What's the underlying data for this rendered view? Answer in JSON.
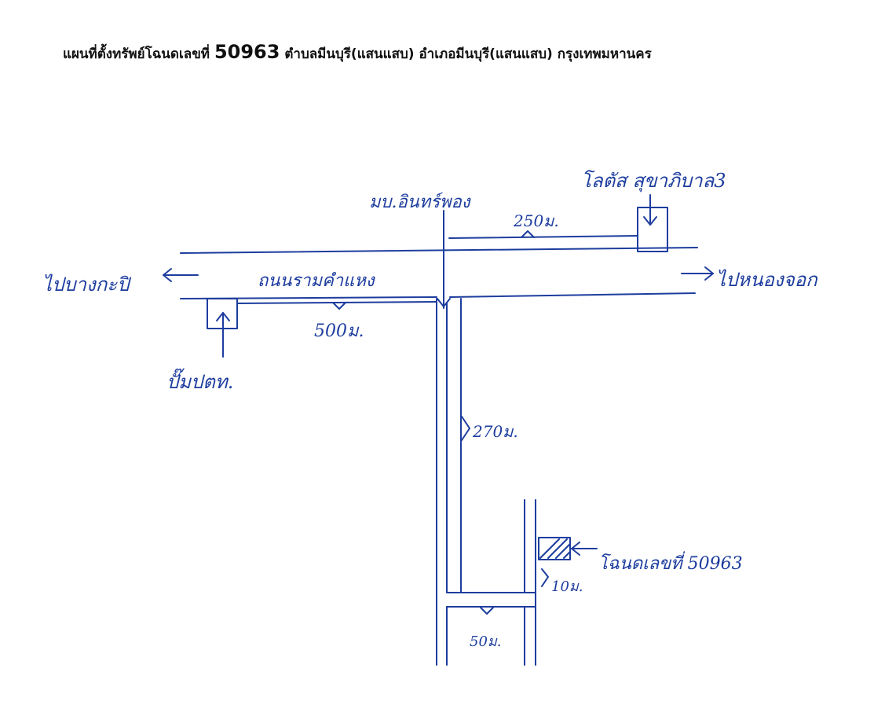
{
  "title": {
    "prefix": "แผนที่ตั้งทรัพย์โฉนดเลขที่",
    "number": "50963",
    "suffix": "ตำบลมีนบุรี(แสนแสบ) อำเภอมีนบุรี(แสนแสบ) กรุงเทพมหานคร"
  },
  "labels": {
    "soi_name": "มบ.อินทร์พอง",
    "landmark_top": "โลตัส สุขาภิบาล3",
    "dist_top": "250ม.",
    "to_left": "ไปบางกะปิ",
    "road_name": "ถนนรามคำแหง",
    "to_right": "ไปหนองจอก",
    "dist_left": "500ม.",
    "landmark_bottom": "ปั๊มปตท.",
    "dist_soi": "270ม.",
    "plot": "โฉนดเลขที่ 50963",
    "dist_plot": "10ม.",
    "dist_bottom": "50ม."
  },
  "colors": {
    "ink": "#1d3d9e",
    "title": "#111111"
  }
}
